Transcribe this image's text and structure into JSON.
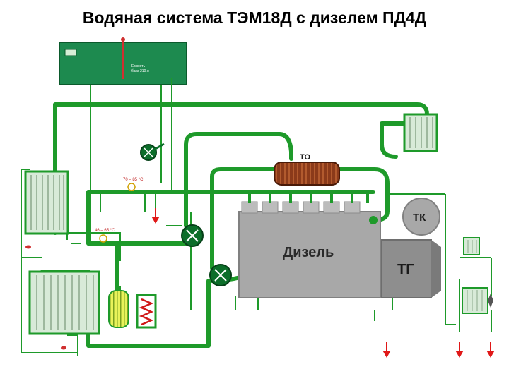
{
  "title": "Водяная система ТЭМ18Д с дизелем ПД4Д",
  "labels": {
    "oil_cooler": "ТО",
    "turbocharger": "ТК",
    "engine": "Дизель",
    "generator": "ТГ",
    "tank_caption_1": "Емкость",
    "tank_caption_2": "бака 210 л",
    "temp_range_1": "70 – 85 °C",
    "temp_range_2": "46 – 65 °C"
  },
  "colors": {
    "pipe": "#1e9a2a",
    "tank": "#1d8a4f",
    "radiator": "#d8ead8",
    "engine": "#a8a8a8",
    "oil_cooler": "#8b3a1a",
    "drain_arrow": "#e01818",
    "fan_fill": "#0c6e2a"
  }
}
